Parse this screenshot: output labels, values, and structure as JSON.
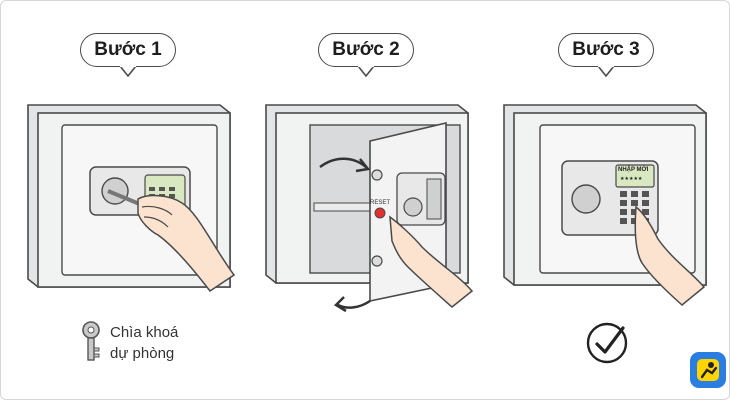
{
  "steps": [
    {
      "label": "Bước 1"
    },
    {
      "label": "Bước 2"
    },
    {
      "label": "Bước 3"
    }
  ],
  "step2": {
    "reset_label": "RESET"
  },
  "step3": {
    "screen_text": "NHẬP MỚI",
    "screen_code": "★★★★★"
  },
  "caption": {
    "line1": "Chìa khoá",
    "line2": "dự phòng"
  },
  "colors": {
    "safe_body": "#f1f2f2",
    "outline": "#4a4a4a",
    "screen": "#d9e8c0",
    "logo_bg": "#2a7de1",
    "logo_fg": "#ffd400"
  },
  "icons": [
    "key-icon",
    "check-icon",
    "curved-arrow-icon",
    "brand-logo-icon"
  ]
}
